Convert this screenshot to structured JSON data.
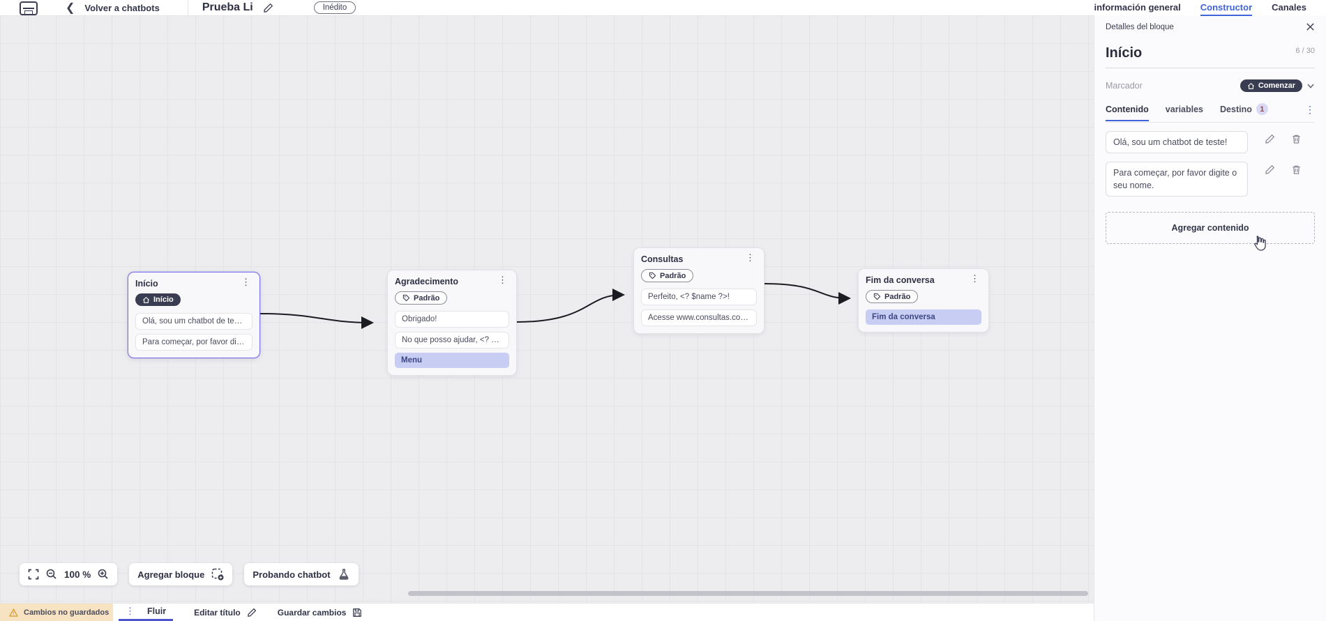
{
  "topbar": {
    "back_label": "Volver a chatbots",
    "title": "Prueba Li",
    "status_badge": "Inédito",
    "tabs": [
      {
        "label": "información general",
        "active": false
      },
      {
        "label": "Constructor",
        "active": true
      },
      {
        "label": "Canales",
        "active": false
      }
    ]
  },
  "canvas": {
    "zoom_level": "100 %",
    "toolbar": {
      "add_block_label": "Agregar bloque",
      "test_chatbot_label": "Probando chatbot"
    },
    "nodes": [
      {
        "title": "Início",
        "badge": "Início",
        "messages": [
          "Olá, sou um chatbot de teste!",
          "Para começar, por favor digite o ..."
        ]
      },
      {
        "title": "Agradecimento",
        "badge": "Padrão",
        "messages": [
          "Obrigado!",
          "No que posso ajudar, <? $name ..."
        ],
        "button": "Menu"
      },
      {
        "title": "Consultas",
        "badge": "Padrão",
        "messages": [
          "Perfeito, <? $name ?>!",
          "Acesse www.consultas.com par..."
        ]
      },
      {
        "title": "Fim da conversa",
        "badge": "Padrão",
        "button": "Fim da conversa"
      }
    ]
  },
  "panel": {
    "header": "Detalles del bloque",
    "block_title": "Início",
    "char_counter": "6 / 30",
    "marker_label": "Marcador",
    "marker_value": "Comenzar",
    "tabs": [
      {
        "label": "Contenido",
        "active": true
      },
      {
        "label": "variables",
        "active": false
      },
      {
        "label": "Destino",
        "badge": "1",
        "active": false
      }
    ],
    "contents": [
      "Olá, sou um chatbot de teste!",
      "Para começar, por favor digite o seu nome."
    ],
    "add_content_label": "Agregar contenido"
  },
  "bottombar": {
    "unsaved_label": "Cambios no guardados",
    "flow_tab": "Fluir",
    "edit_title_label": "Editar título",
    "save_label": "Guardar cambios"
  },
  "colors": {
    "accent_blue": "#3f63d9",
    "indigo_underline": "#4d54cc",
    "dark_pill": "#3a3d51",
    "lavender_button": "#c8cdf3",
    "selected_node_border": "#7b74ea",
    "warning_bg": "#f7e2c2",
    "canvas_bg": "#edecef"
  }
}
